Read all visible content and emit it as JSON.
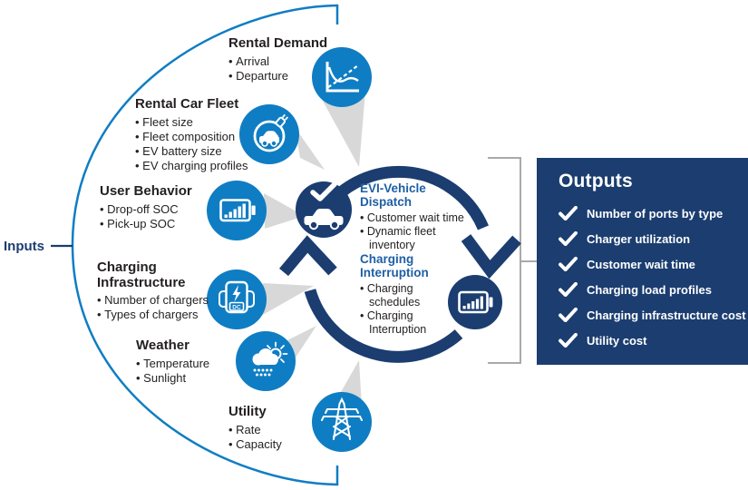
{
  "inputs": {
    "label": "Inputs"
  },
  "input_groups": [
    {
      "title": "Rental Demand",
      "icon": "demand-chart-icon",
      "items": [
        "Arrival",
        "Departure"
      ]
    },
    {
      "title": "Rental Car Fleet",
      "icon": "ev-car-plug-icon",
      "items": [
        "Fleet size",
        "Fleet composition",
        "EV battery size",
        "EV charging profiles"
      ]
    },
    {
      "title": "User Behavior",
      "icon": "battery-soc-icon",
      "items": [
        "Drop-off SOC",
        "Pick-up SOC"
      ]
    },
    {
      "title": "Charging Infrastructure",
      "icon": "dc-charger-icon",
      "items": [
        "Number of chargers",
        "Types of chargers"
      ]
    },
    {
      "title": "Weather",
      "icon": "weather-icon",
      "items": [
        "Temperature",
        "Sunlight"
      ]
    },
    {
      "title": "Utility",
      "icon": "transmission-tower-icon",
      "items": [
        "Rate",
        "Capacity"
      ]
    }
  ],
  "cycle": {
    "dispatch": {
      "title": "EVI-Vehicle Dispatch",
      "items": [
        "Customer wait time",
        "Dynamic fleet inventory"
      ]
    },
    "interruption": {
      "title": "Charging Interruption",
      "items": [
        "Charging schedules",
        "Charging Interruption"
      ]
    }
  },
  "outputs": {
    "title": "Outputs",
    "items": [
      "Number of ports by type",
      "Charger utilization",
      "Customer wait time",
      "Charging load profiles",
      "Charging infrastructure cost",
      "Utility cost"
    ]
  },
  "icons": {
    "dc_label": "DC"
  },
  "colors": {
    "light_blue": "#0F7DC3",
    "navy": "#1B3D70",
    "heading_blue": "#1E5FA6",
    "wedge_gray": "#D8D8D8",
    "bracket_gray": "#A9A9A9",
    "text": "#231F20"
  }
}
